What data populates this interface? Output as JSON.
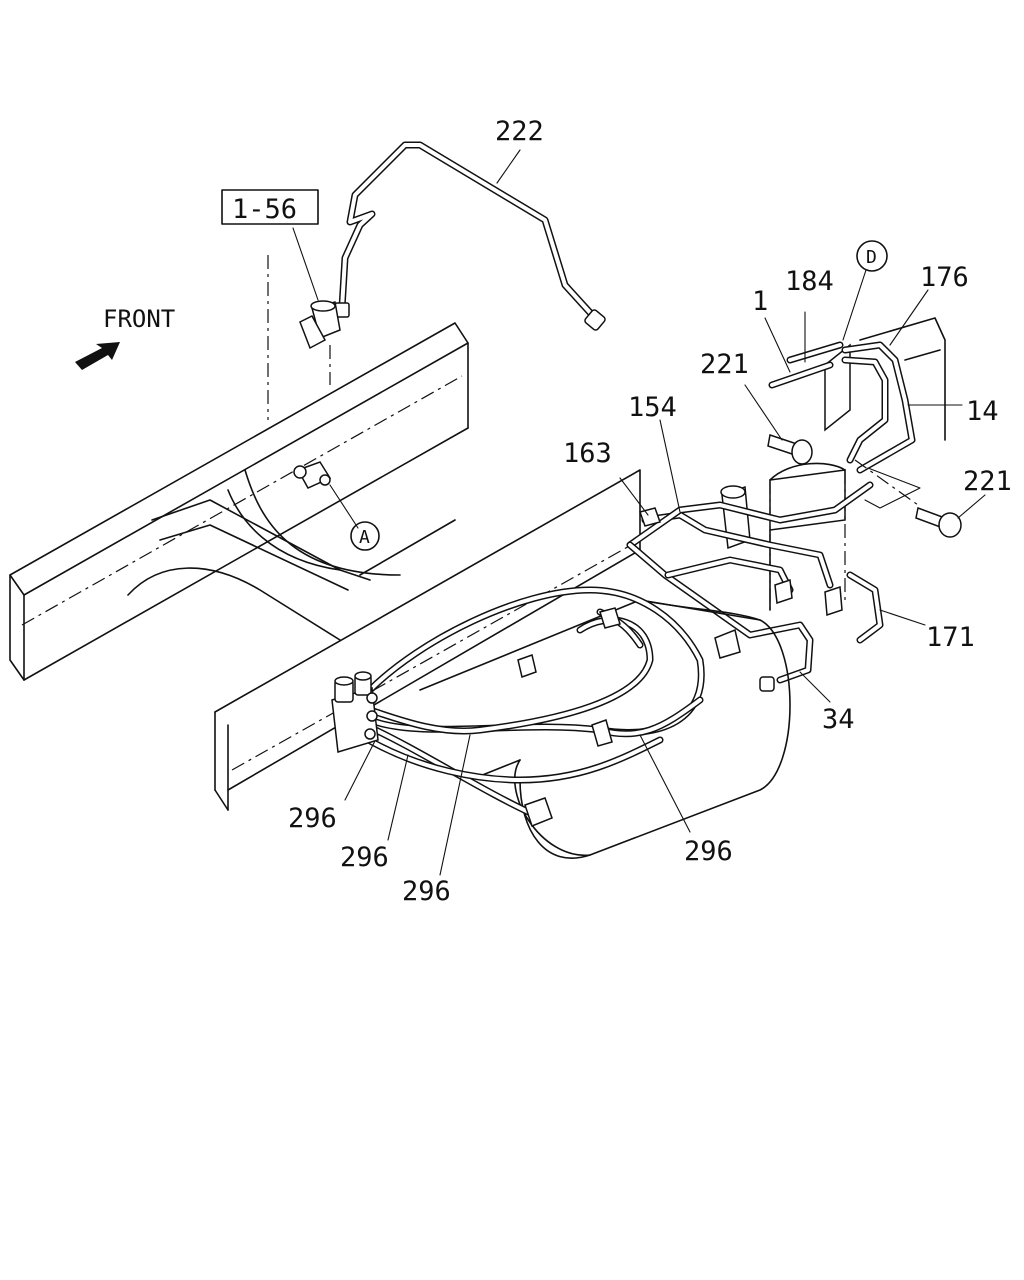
{
  "labels": {
    "l222": "222",
    "l1_56": "1-56",
    "front": "FRONT",
    "l184": "184",
    "circle_d": "D",
    "l176": "176",
    "l1": "1",
    "l221_top": "221",
    "l154": "154",
    "l14": "14",
    "l163": "163",
    "l221_right": "221",
    "circle_a": "A",
    "l171": "171",
    "l34": "34",
    "l296_a": "296",
    "l296_b": "296",
    "l296_c": "296",
    "l296_d": "296"
  },
  "colors": {
    "ink": "#111111",
    "paper": "#ffffff"
  },
  "icons": {
    "front_arrow": "front-arrow-icon"
  }
}
